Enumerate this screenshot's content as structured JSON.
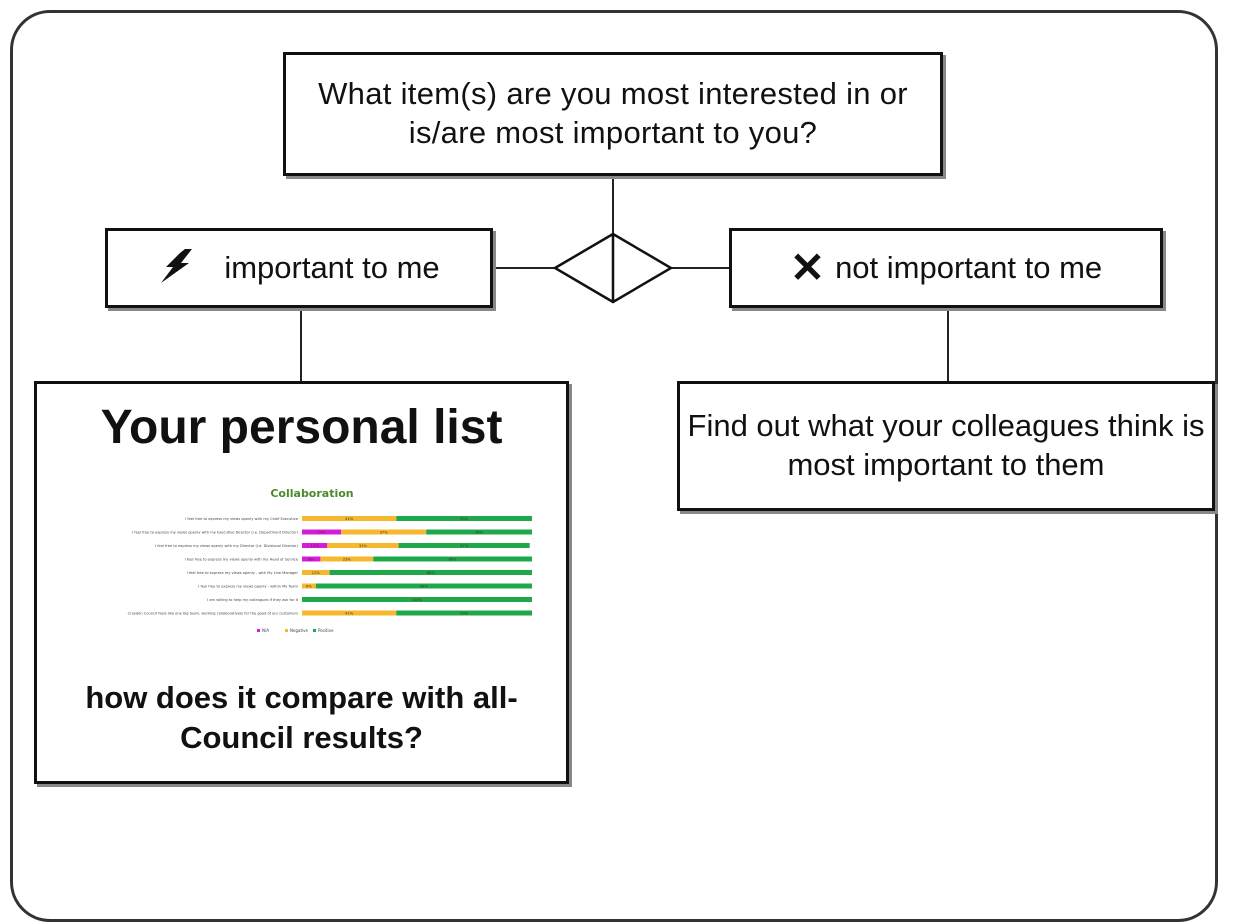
{
  "question": "What item(s) are you most interested in or is/are most important to you?",
  "important": {
    "icon": "lightning-icon",
    "label": "important to me"
  },
  "not_important": {
    "icon": "x-icon",
    "label": "not important to me"
  },
  "personal_list": {
    "title": "Your personal list",
    "compare": "how does it compare with all-Council results?"
  },
  "colleagues": "Find out what your colleagues think is most important to them",
  "colors": {
    "na": "#d81bd8",
    "negative": "#f5b82e",
    "positive": "#1fa84a",
    "chart_title": "#4b8a2c"
  },
  "chart_data": {
    "type": "bar",
    "stacked": true,
    "title": "Collaboration",
    "categories": [
      "I feel free to express my views openly with my Chief Executive",
      "I feel free to express my views openly with my Executive Director (i.e. Department Director)",
      "I feel free to express my views openly with my Director (i.e. Divisional Director)",
      "I feel free to express my views openly with my Head of Service",
      "I feel free to express my views openly - with My Line Manager",
      "I feel free to express my views openly - within My Team",
      "I am willing to help my colleagues if they ask for it",
      "Croydon Council feels like one big team, working collaboratively for the good of our customers"
    ],
    "series": [
      {
        "name": "N/A",
        "values": [
          0,
          17,
          11,
          8,
          0,
          0,
          0,
          0
        ]
      },
      {
        "name": "Negative",
        "values": [
          41,
          37,
          31,
          23,
          12,
          6,
          0,
          41
        ]
      },
      {
        "name": "Positive",
        "values": [
          59,
          46,
          57,
          69,
          88,
          94,
          100,
          59
        ]
      }
    ],
    "data_labels": [
      [
        "",
        "41%",
        "59%"
      ],
      [
        "17%",
        "37%",
        "46%"
      ],
      [
        "11%",
        "31%",
        "57%"
      ],
      [
        "8%",
        "23%",
        "69%"
      ],
      [
        "",
        "12%",
        "88%"
      ],
      [
        "",
        "6%",
        "94%"
      ],
      [
        "",
        "",
        "100%"
      ],
      [
        "",
        "41%",
        "59%"
      ]
    ],
    "xlim": [
      0,
      100
    ],
    "legend": "bottom"
  }
}
